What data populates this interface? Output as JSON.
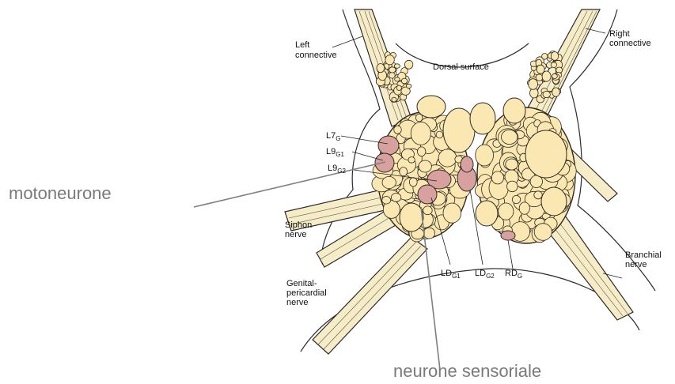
{
  "colors": {
    "cell_fill": "#fbe7b1",
    "cell_stroke": "#2e2a22",
    "highlight_fill": "#d9a0a0",
    "nerve_fill": "#f6edc8",
    "annotation_text": "#7a7a7a"
  },
  "labels": {
    "left_connective_line1": "Left",
    "left_connective_line2": "connective",
    "right_connective_line1": "Right",
    "right_connective_line2": "connective",
    "dorsal_surface": "Dorsal surface",
    "l7_main": "L7",
    "l7_sub": "G",
    "l9g1_main": "L9",
    "l9g1_sub": "G1",
    "l9g2_main": "L9",
    "l9g2_sub": "G2",
    "siphon_line1": "Siphon",
    "siphon_line2": "nerve",
    "genital_line1": "Genital-",
    "genital_line2": "pericardial",
    "genital_line3": "nerve",
    "ldg1_main": "LD",
    "ldg1_sub": "G1",
    "ldg2_main": "LD",
    "ldg2_sub": "G2",
    "rdg_main": "RD",
    "rdg_sub": "G",
    "branchial_line1": "Branchial",
    "branchial_line2": "nerve"
  },
  "annotations": {
    "motoneurone": "motoneurone",
    "neurone_sensoriale": "neurone sensoriale"
  }
}
